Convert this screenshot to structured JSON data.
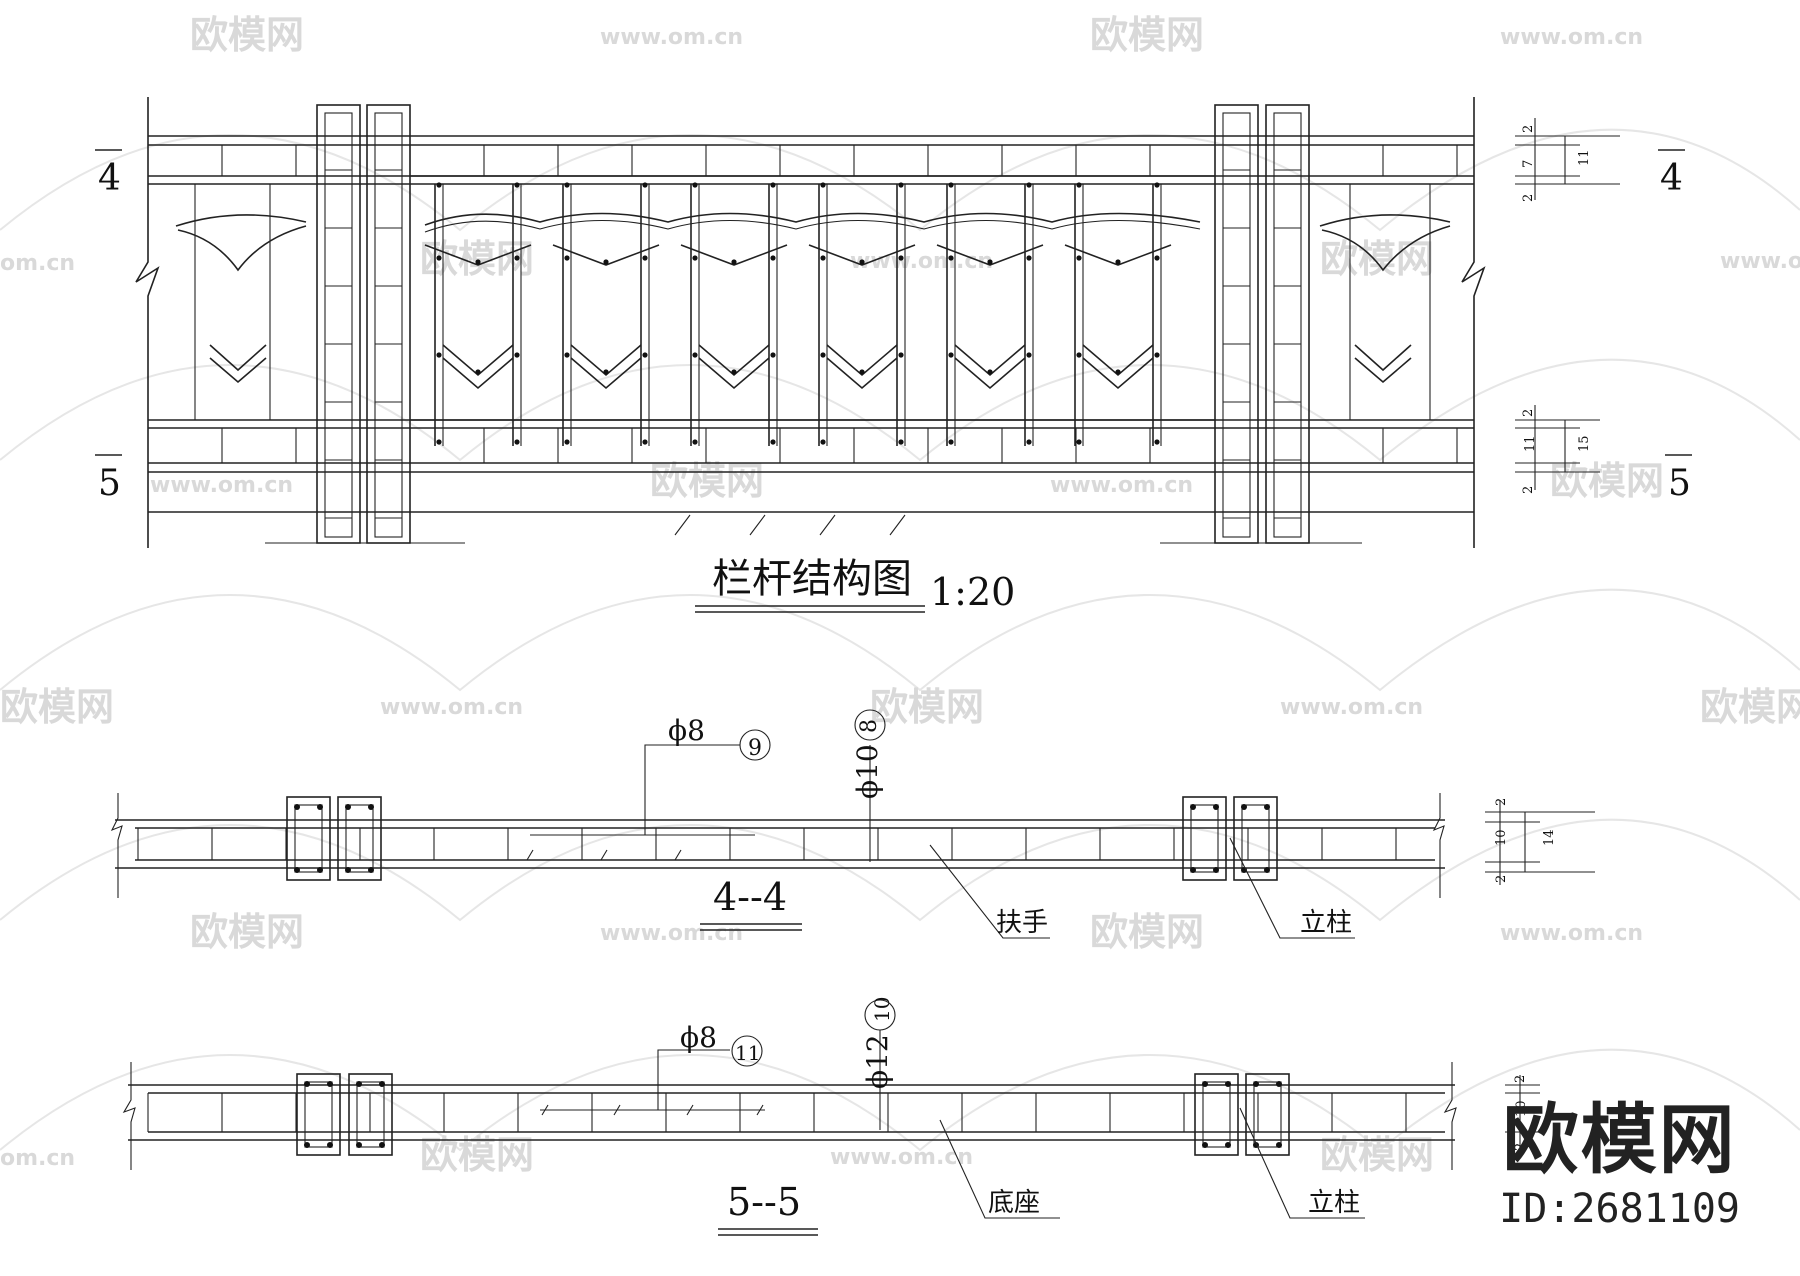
{
  "watermark": {
    "brand_text": "欧模网",
    "url_text": "www.om.cn",
    "partial_url": "om.cn"
  },
  "elevation": {
    "title": "栏杆结构图",
    "scale": "1:20",
    "section_marks": [
      "4",
      "4",
      "5",
      "5"
    ],
    "dims_top": [
      "2",
      "7",
      "2",
      "11"
    ],
    "dims_bottom": [
      "2",
      "11",
      "2",
      "15"
    ]
  },
  "section_4": {
    "title": "4--4",
    "rebar1_dia": "ϕ8",
    "rebar1_mark": "9",
    "rebar2_dia": "ϕ10",
    "rebar2_mark": "8",
    "label_handrail": "扶手",
    "label_post": "立柱",
    "dims": [
      "2",
      "10",
      "2",
      "14"
    ]
  },
  "section_5": {
    "title": "5--5",
    "rebar1_dia": "ϕ8",
    "rebar1_mark": "11",
    "rebar2_dia": "ϕ12",
    "rebar2_mark": "10",
    "label_base": "底座",
    "label_post": "立柱",
    "dims": [
      "2",
      "10",
      "2"
    ]
  },
  "brand": {
    "logo": "欧模网",
    "id": "ID:2681109"
  }
}
